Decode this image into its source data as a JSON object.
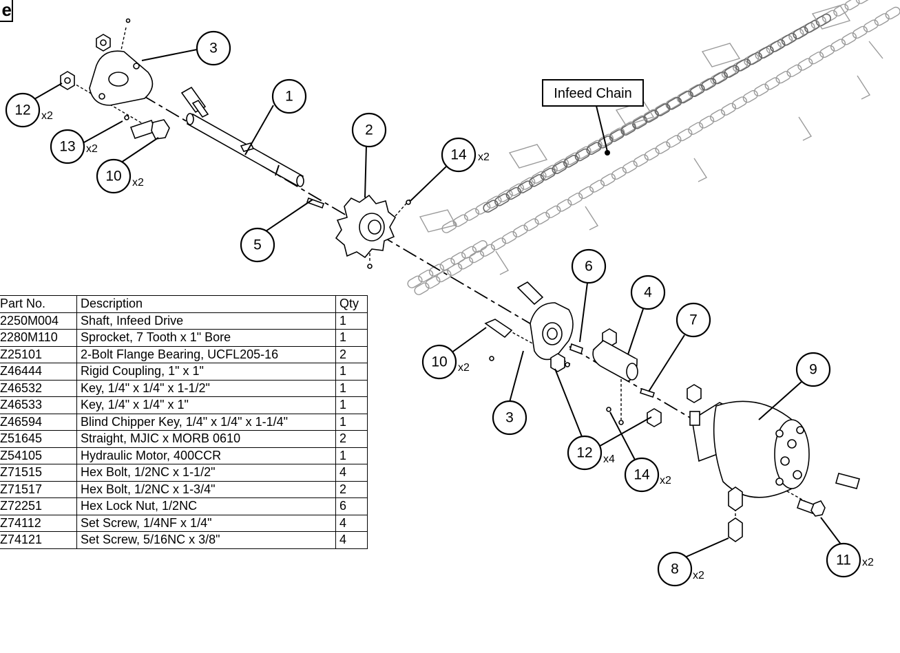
{
  "corner_label": "e",
  "infeed_chain_label": "Infeed Chain",
  "callouts": [
    {
      "num": "1",
      "qty": ""
    },
    {
      "num": "2",
      "qty": ""
    },
    {
      "num": "3",
      "qty": ""
    },
    {
      "num": "12",
      "qty": "x2"
    },
    {
      "num": "13",
      "qty": "x2"
    },
    {
      "num": "10",
      "qty": "x2"
    },
    {
      "num": "14",
      "qty": "x2"
    },
    {
      "num": "5",
      "qty": ""
    },
    {
      "num": "6",
      "qty": ""
    },
    {
      "num": "4",
      "qty": ""
    },
    {
      "num": "7",
      "qty": ""
    },
    {
      "num": "10",
      "qty": "x2"
    },
    {
      "num": "3",
      "qty": ""
    },
    {
      "num": "9",
      "qty": ""
    },
    {
      "num": "12",
      "qty": "x4"
    },
    {
      "num": "14",
      "qty": "x2"
    },
    {
      "num": "8",
      "qty": "x2"
    },
    {
      "num": "11",
      "qty": "x2"
    }
  ],
  "parts_table": {
    "headers": [
      "Part No.",
      "Description",
      "Qty"
    ],
    "rows": [
      {
        "part": "2250M004",
        "desc": "Shaft, Infeed Drive",
        "qty": "1"
      },
      {
        "part": "2280M110",
        "desc": "Sprocket, 7 Tooth x 1\" Bore",
        "qty": "1"
      },
      {
        "part": "Z25101",
        "desc": "2-Bolt Flange Bearing, UCFL205-16",
        "qty": "2"
      },
      {
        "part": "Z46444",
        "desc": "Rigid Coupling, 1\" x 1\"",
        "qty": "1"
      },
      {
        "part": "Z46532",
        "desc": "Key, 1/4\" x 1/4\" x 1-1/2\"",
        "qty": "1"
      },
      {
        "part": "Z46533",
        "desc": "Key, 1/4\" x 1/4\" x 1\"",
        "qty": "1"
      },
      {
        "part": "Z46594",
        "desc": "Blind Chipper Key, 1/4\" x 1/4\" x 1-1/4\"",
        "qty": "1"
      },
      {
        "part": "Z51645",
        "desc": "Straight, MJIC x MORB 0610",
        "qty": "2"
      },
      {
        "part": "Z54105",
        "desc": "Hydraulic Motor, 400CCR",
        "qty": "1"
      },
      {
        "part": "Z71515",
        "desc": "Hex Bolt, 1/2NC x 1-1/2\"",
        "qty": "4"
      },
      {
        "part": "Z71517",
        "desc": "Hex Bolt, 1/2NC x 1-3/4\"",
        "qty": "2"
      },
      {
        "part": "Z72251",
        "desc": "Hex Lock Nut, 1/2NC",
        "qty": "6"
      },
      {
        "part": "Z74112",
        "desc": "Set Screw, 1/4NF x 1/4\"",
        "qty": "4"
      },
      {
        "part": "Z74121",
        "desc": "Set Screw, 5/16NC x 3/8\"",
        "qty": "4"
      }
    ]
  }
}
